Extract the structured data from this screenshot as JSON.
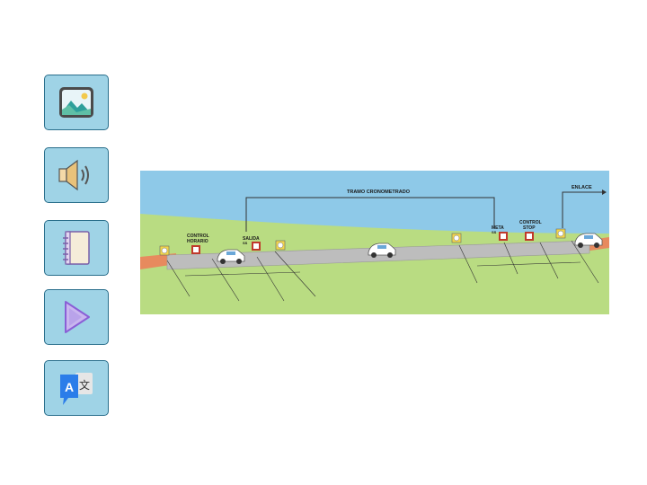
{
  "sidebar": {
    "buttons": [
      {
        "name": "image-tool-button",
        "icon": "image-icon"
      },
      {
        "name": "audio-tool-button",
        "icon": "speaker-icon"
      },
      {
        "name": "notebook-tool-button",
        "icon": "notebook-icon"
      },
      {
        "name": "play-tool-button",
        "icon": "play-icon"
      },
      {
        "name": "translate-tool-button",
        "icon": "translate-icon"
      }
    ],
    "translate_glyphs": {
      "latin": "A",
      "cjk": "文"
    }
  },
  "diagram": {
    "title": "TRAMO CRONOMETRADO",
    "enlace": "ENLACE",
    "control_horario": [
      "CONTROL",
      "HORARIO"
    ],
    "salida": [
      "SALIDA",
      "SS"
    ],
    "meta": [
      "META",
      "SS"
    ],
    "control_stop": [
      "CONTROL",
      "STOP"
    ],
    "colors": {
      "sky": "#8ec9e8",
      "grass": "#b9dc82",
      "road": "#bdbdbd",
      "link_road": "#e78a5e"
    }
  }
}
